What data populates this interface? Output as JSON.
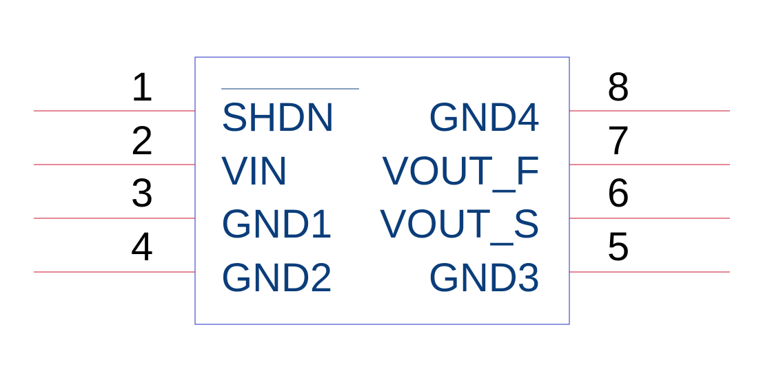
{
  "colors": {
    "pin_line": "#c8102e",
    "body_outline": "#1f2dbf",
    "pin_name_text": "#0b3d7a",
    "pin_number_text": "#000000",
    "background": "#ffffff"
  },
  "component": {
    "left_pins": [
      {
        "number": "1",
        "name": "SHDN",
        "active_low": true
      },
      {
        "number": "2",
        "name": "VIN",
        "active_low": false
      },
      {
        "number": "3",
        "name": "GND1",
        "active_low": false
      },
      {
        "number": "4",
        "name": "GND2",
        "active_low": false
      }
    ],
    "right_pins": [
      {
        "number": "8",
        "name": "GND4",
        "active_low": false
      },
      {
        "number": "7",
        "name": "VOUT_F",
        "active_low": false
      },
      {
        "number": "6",
        "name": "VOUT_S",
        "active_low": false
      },
      {
        "number": "5",
        "name": "GND3",
        "active_low": false
      }
    ]
  }
}
